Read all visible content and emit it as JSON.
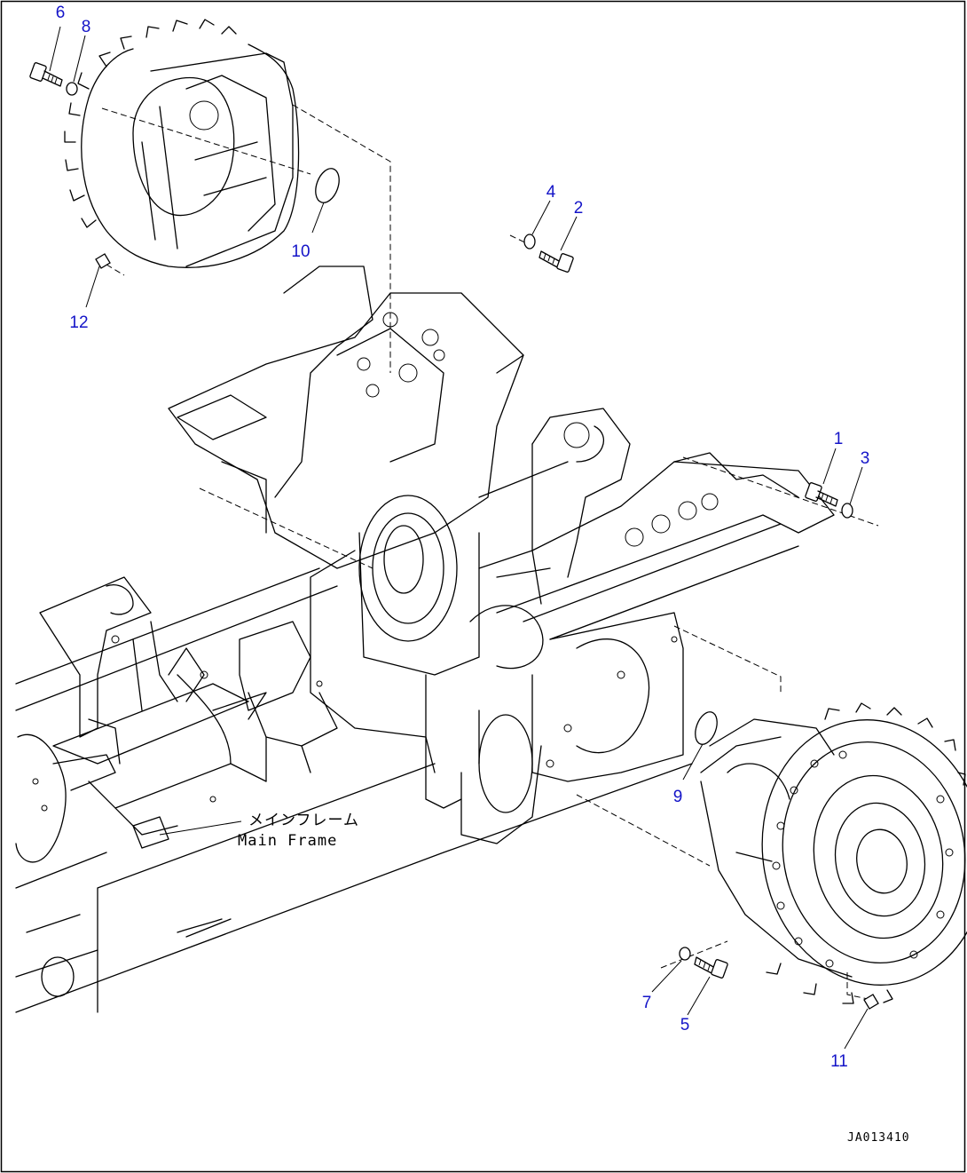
{
  "diagram": {
    "callouts": [
      "1",
      "2",
      "3",
      "4",
      "5",
      "6",
      "7",
      "8",
      "9",
      "10",
      "11",
      "12"
    ],
    "frame_label_jp": "メインフレーム",
    "frame_label_en": "Main Frame",
    "drawing_code": "JA013410"
  }
}
